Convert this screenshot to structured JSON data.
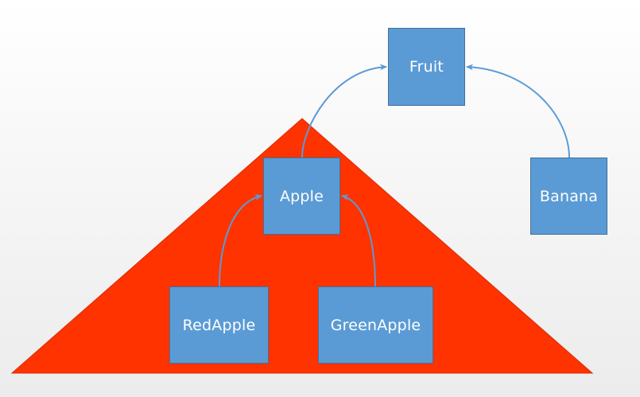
{
  "colors": {
    "background": "#f2f2f2",
    "triangle_fill": "#ff3300",
    "node_fill": "#5b9bd5",
    "node_border": "#41719c",
    "node_text": "#ffffff",
    "arrow": "#5b9bd5"
  },
  "nodes": {
    "fruit": "Fruit",
    "apple": "Apple",
    "banana": "Banana",
    "redapple": "RedApple",
    "greenapple": "GreenApple"
  },
  "edges": [
    {
      "from": "Apple",
      "to": "Fruit"
    },
    {
      "from": "Banana",
      "to": "Fruit"
    },
    {
      "from": "RedApple",
      "to": "Apple"
    },
    {
      "from": "GreenApple",
      "to": "Apple"
    }
  ]
}
